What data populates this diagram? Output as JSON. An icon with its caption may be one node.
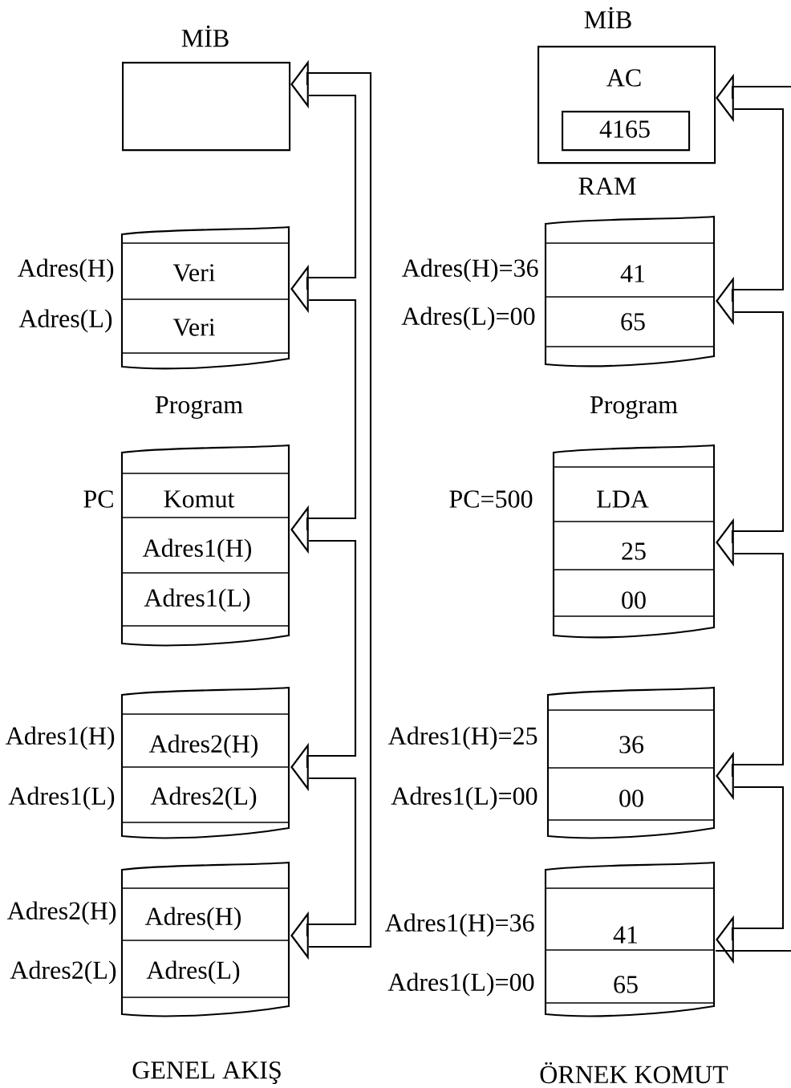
{
  "diagram": {
    "nodes": [
      {
        "text": [
          "MİB"
        ]
      },
      {
        "text": [
          "Veri",
          "Veri"
        ],
        "beside": [
          "Adres(H)",
          "Adres(L)"
        ]
      },
      {
        "text": [
          "Program",
          "Komut",
          "Adres1(H)",
          "Adres1(L)"
        ],
        "beside": [
          "PC"
        ]
      },
      {
        "text": [
          "Adres2(H)",
          "Adres2(L)"
        ],
        "beside": [
          "Adres1(H)",
          "Adres1(L)"
        ]
      },
      {
        "text": [
          "Adres(H)",
          "Adres(L)"
        ],
        "beside": [
          "Adres2(H)",
          "Adres2(L)"
        ]
      },
      {
        "text": [
          "MİB",
          "AC"
        ]
      },
      {
        "text": [
          "4165"
        ],
        "in": 5
      },
      {
        "text": [
          "RAM",
          "41",
          "65"
        ],
        "beside": [
          "Adres(H)=36",
          "Adres(L)=00"
        ]
      },
      {
        "text": [
          "Program",
          "LDA",
          "25",
          "00"
        ],
        "beside": [
          "PC=500"
        ]
      },
      {
        "text": [
          "36",
          "00"
        ],
        "beside": [
          "Adres1(H)=25",
          "Adres1(L)=00"
        ]
      },
      {
        "text": [
          "41",
          "65"
        ],
        "beside": [
          "Adres1(H)=36",
          "Adres1(L)=00"
        ]
      }
    ],
    "edges": [
      {
        "from": 0,
        "to": 1,
        "arrow": "to"
      },
      {
        "from": 1,
        "to": 2,
        "arrow": "to"
      },
      {
        "from": 2,
        "to": 3,
        "arrow": "to"
      },
      {
        "from": 3,
        "to": 4,
        "arrow": "to"
      },
      {
        "from": 4,
        "to": 0,
        "arrow": "to"
      },
      {
        "from": null,
        "to": 5,
        "arrow": "to"
      },
      {
        "from": 5,
        "to": 7,
        "arrow": "to"
      },
      {
        "from": 7,
        "to": 8,
        "arrow": "to"
      },
      {
        "from": 8,
        "to": 9,
        "arrow": "to"
      },
      {
        "from": 9,
        "to": 10,
        "arrow": "to"
      },
      {
        "from": 10,
        "to": null,
        "arrow": "none"
      }
    ],
    "labels": [
      "GENEL AKIŞ",
      "ÖRNEK KOMUT"
    ]
  }
}
